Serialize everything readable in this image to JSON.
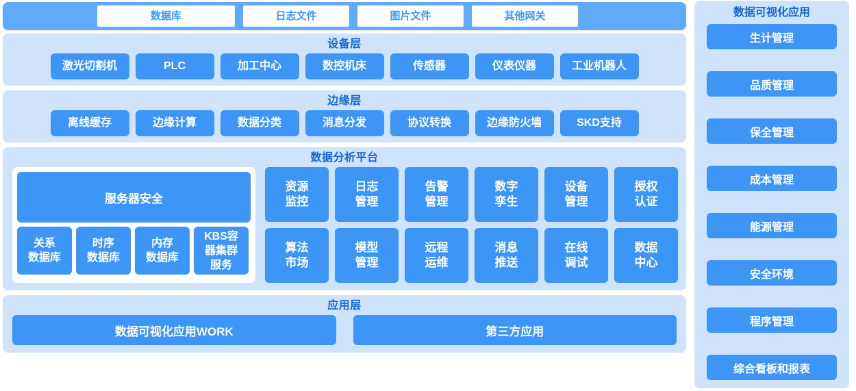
{
  "source_bar": {
    "items": [
      {
        "label": "数据库"
      },
      {
        "label": "日志文件"
      },
      {
        "label": "图片文件"
      },
      {
        "label": "其他网关"
      }
    ]
  },
  "device_layer": {
    "title": "设备层",
    "items": [
      {
        "label": "激光切割机"
      },
      {
        "label": "PLC"
      },
      {
        "label": "加工中心"
      },
      {
        "label": "数控机床"
      },
      {
        "label": "传感器"
      },
      {
        "label": "仪表仪器"
      },
      {
        "label": "工业机器人"
      }
    ]
  },
  "edge_layer": {
    "title": "边缘层",
    "items": [
      {
        "label": "离线缓存"
      },
      {
        "label": "边缘计算"
      },
      {
        "label": "数据分类"
      },
      {
        "label": "消息分发"
      },
      {
        "label": "协议转换"
      },
      {
        "label": "边缘防火墙"
      },
      {
        "label": "SKD支持"
      }
    ]
  },
  "platform_layer": {
    "title": "数据分析平台",
    "security_box": "服务器安全",
    "databases": [
      {
        "line1": "关系",
        "line2": "数据库",
        "line3": ""
      },
      {
        "line1": "时序",
        "line2": "数据库",
        "line3": ""
      },
      {
        "line1": "内存",
        "line2": "数据库",
        "line3": ""
      },
      {
        "line1": "KBS容",
        "line2": "器集群",
        "line3": "服务"
      }
    ],
    "services": [
      {
        "line1": "资源",
        "line2": "监控"
      },
      {
        "line1": "日志",
        "line2": "管理"
      },
      {
        "line1": "告警",
        "line2": "管理"
      },
      {
        "line1": "数字",
        "line2": "孪生"
      },
      {
        "line1": "设备",
        "line2": "管理"
      },
      {
        "line1": "授权",
        "line2": "认证"
      },
      {
        "line1": "算法",
        "line2": "市场"
      },
      {
        "line1": "模型",
        "line2": "管理"
      },
      {
        "line1": "远程",
        "line2": "运维"
      },
      {
        "line1": "消息",
        "line2": "推送"
      },
      {
        "line1": "在线",
        "line2": "调试"
      },
      {
        "line1": "数据",
        "line2": "中心"
      }
    ]
  },
  "app_layer": {
    "title": "应用层",
    "items": [
      {
        "label": "数据可视化应用WORK"
      },
      {
        "label": "第三方应用"
      }
    ]
  },
  "sidebar": {
    "title": "数据可视化应用",
    "items": [
      {
        "label": "生计管理"
      },
      {
        "label": "品质管理"
      },
      {
        "label": "保全管理"
      },
      {
        "label": "成本管理"
      },
      {
        "label": "能源管理"
      },
      {
        "label": "安全环境"
      },
      {
        "label": "程序管理"
      },
      {
        "label": "综合看板和报表"
      }
    ]
  },
  "colors": {
    "panel_bg": "#cfe3fb",
    "chip_blue": "#3d96f5",
    "bar_blue": "#5fabf9",
    "title_blue": "#1667d6",
    "white": "#ffffff"
  }
}
